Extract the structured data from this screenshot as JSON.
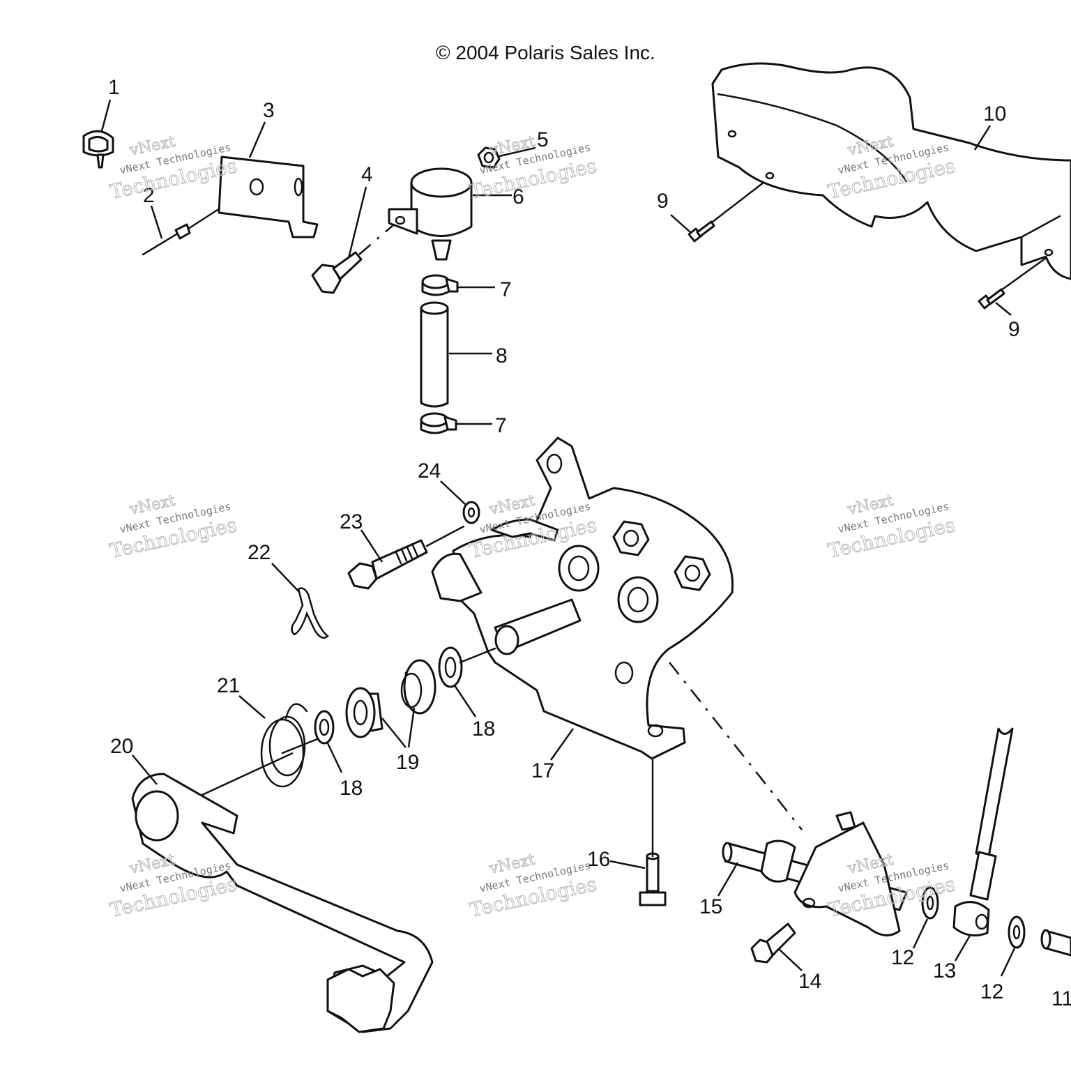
{
  "copyright": "© 2004 Polaris Sales Inc.",
  "watermark": {
    "line1": "vNext",
    "line2": "vNext Technologies",
    "line3": "Technologies"
  },
  "callouts": [
    "1",
    "2",
    "3",
    "4",
    "5",
    "6",
    "7",
    "7",
    "8",
    "9",
    "9",
    "10",
    "11",
    "12",
    "12",
    "13",
    "14",
    "15",
    "16",
    "17",
    "18",
    "18",
    "19",
    "20",
    "21",
    "22",
    "23",
    "24"
  ],
  "colors": {
    "line": "#111111",
    "background": "#ffffff",
    "watermark": "#b9b9b9"
  }
}
